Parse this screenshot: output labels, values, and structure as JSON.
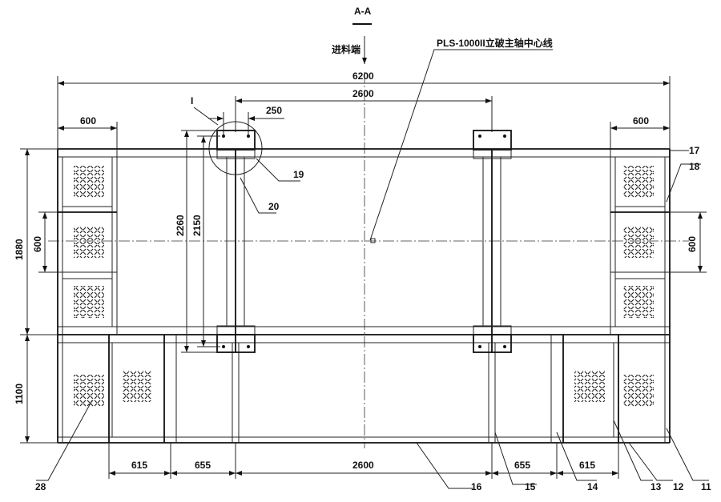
{
  "section_title": "A-A",
  "feed_end_label": "进料端",
  "centerline_label": "PLS-1000II立破主轴中心线",
  "dimensions": {
    "overall_width": "6200",
    "shaft_spacing_top": "2600",
    "left_column_width": "600",
    "right_column_width": "600",
    "bolt_spacing": "250",
    "upper_height": "1880",
    "lower_height": "1100",
    "left_middle_cell": "600",
    "right_middle_cell": "600",
    "beam_length_outer": "2260",
    "beam_length_inner": "2150",
    "bottom": [
      "615",
      "655",
      "2600",
      "655",
      "615"
    ]
  },
  "detail_label": "I",
  "part_numbers": {
    "p19": "19",
    "p20": "20",
    "p17": "17",
    "p18": "18",
    "p28": "28",
    "p16": "16",
    "p15": "15",
    "p14": "14",
    "p13": "13",
    "p12": "12",
    "p11": "11"
  }
}
